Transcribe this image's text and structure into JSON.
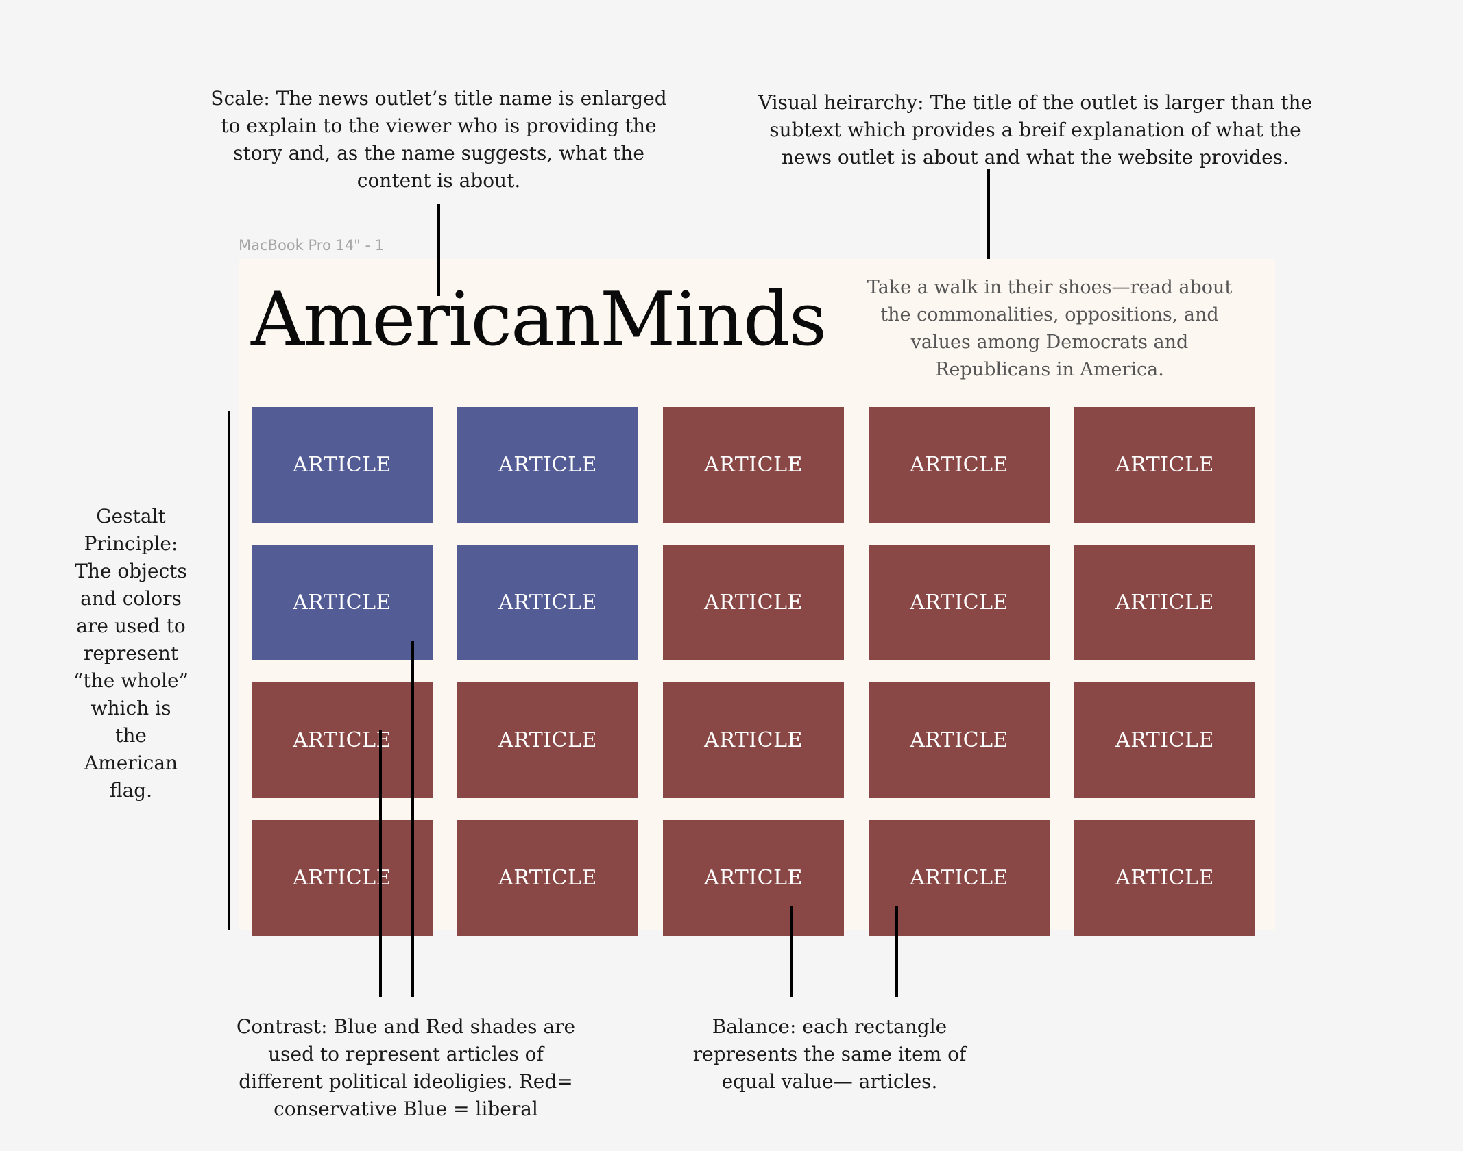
{
  "annotations": {
    "scale": "Scale: The news outlet’s title name is enlarged\nto explain to the viewer who is providing the\nstory and, as the name suggests, what the\ncontent is about.",
    "hierarchy": "Visual heirarchy: The title of the outlet is larger than the\nsubtext which provides a breif explanation of what the\nnews outlet is about and what the website provides.",
    "gestalt": "Gestalt\nPrinciple:\nThe objects\nand colors\nare used to\nrepresent\n“the whole”\nwhich is\nthe\nAmerican\nflag.",
    "contrast": "Contrast: Blue and Red shades are\nused to represent articles of\ndifferent political ideoligies. Red=\nconservative Blue = liberal",
    "balance": "Balance: each rectangle\nrepresents the same item of\nequal value— articles."
  },
  "frame": {
    "label": "MacBook Pro 14\" - 1",
    "title": "AmericanMinds",
    "tagline": "Take a walk in their shoes—read about the commonalities, oppositions, and values among Democrats and Republicans in America."
  },
  "colors": {
    "liberal": "#535c95",
    "conservative": "#894845",
    "frame_background": "#fdf7f1"
  },
  "articles": [
    {
      "label": "ARTICLE",
      "color": "liberal"
    },
    {
      "label": "ARTICLE",
      "color": "liberal"
    },
    {
      "label": "ARTICLE",
      "color": "conservative"
    },
    {
      "label": "ARTICLE",
      "color": "conservative"
    },
    {
      "label": "ARTICLE",
      "color": "conservative"
    },
    {
      "label": "ARTICLE",
      "color": "liberal"
    },
    {
      "label": "ARTICLE",
      "color": "liberal"
    },
    {
      "label": "ARTICLE",
      "color": "conservative"
    },
    {
      "label": "ARTICLE",
      "color": "conservative"
    },
    {
      "label": "ARTICLE",
      "color": "conservative"
    },
    {
      "label": "ARTICLE",
      "color": "conservative"
    },
    {
      "label": "ARTICLE",
      "color": "conservative"
    },
    {
      "label": "ARTICLE",
      "color": "conservative"
    },
    {
      "label": "ARTICLE",
      "color": "conservative"
    },
    {
      "label": "ARTICLE",
      "color": "conservative"
    },
    {
      "label": "ARTICLE",
      "color": "conservative"
    },
    {
      "label": "ARTICLE",
      "color": "conservative"
    },
    {
      "label": "ARTICLE",
      "color": "conservative"
    },
    {
      "label": "ARTICLE",
      "color": "conservative"
    },
    {
      "label": "ARTICLE",
      "color": "conservative"
    }
  ]
}
